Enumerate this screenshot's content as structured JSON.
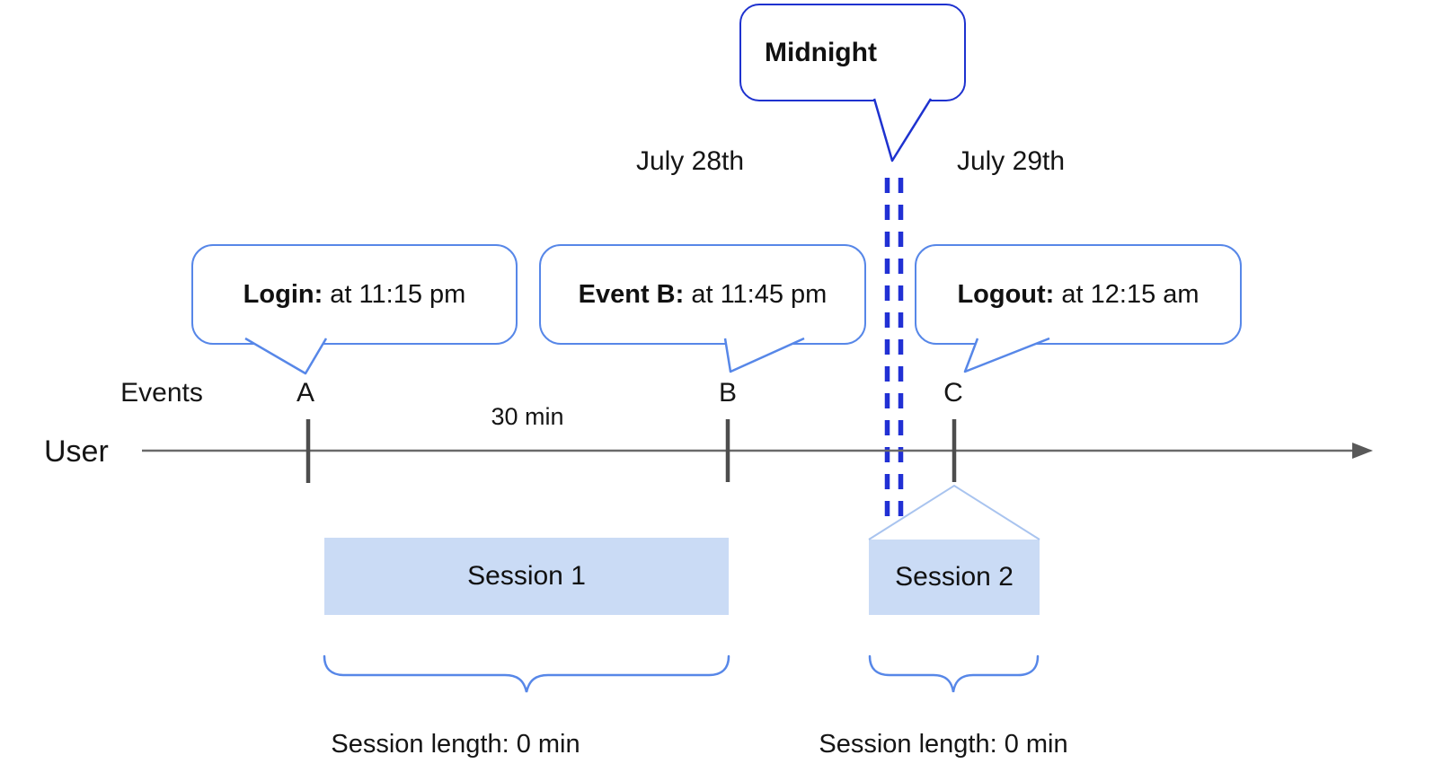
{
  "callouts": {
    "midnight": "Midnight",
    "login": {
      "label": "Login:",
      "detail": " at 11:15 pm"
    },
    "event_b": {
      "label": "Event B:",
      "detail": " at 11:45 pm"
    },
    "logout": {
      "label": "Logout:",
      "detail": " at 12:15 am"
    }
  },
  "dates": {
    "before_midnight": "July 28th",
    "after_midnight": "July 29th"
  },
  "timeline": {
    "row_label": "Events",
    "actor_label": "User",
    "interval_label": "30 min",
    "events": [
      {
        "label": "A"
      },
      {
        "label": "B"
      },
      {
        "label": "C"
      }
    ]
  },
  "sessions": [
    {
      "name": "Session 1",
      "length": "Session length: 0 min"
    },
    {
      "name": "Session 2",
      "length": "Session length: 0 min"
    }
  ],
  "colors": {
    "callout_border": "#5787e8",
    "midnight_border": "#1e32cf",
    "midnight_dashed_line": "#2130d4",
    "session_fill": "#cadbf5",
    "session_connector": "#a9c4ef",
    "brace": "#5787e8",
    "axis_gray": "#6a6a6a",
    "text": "#151515"
  }
}
